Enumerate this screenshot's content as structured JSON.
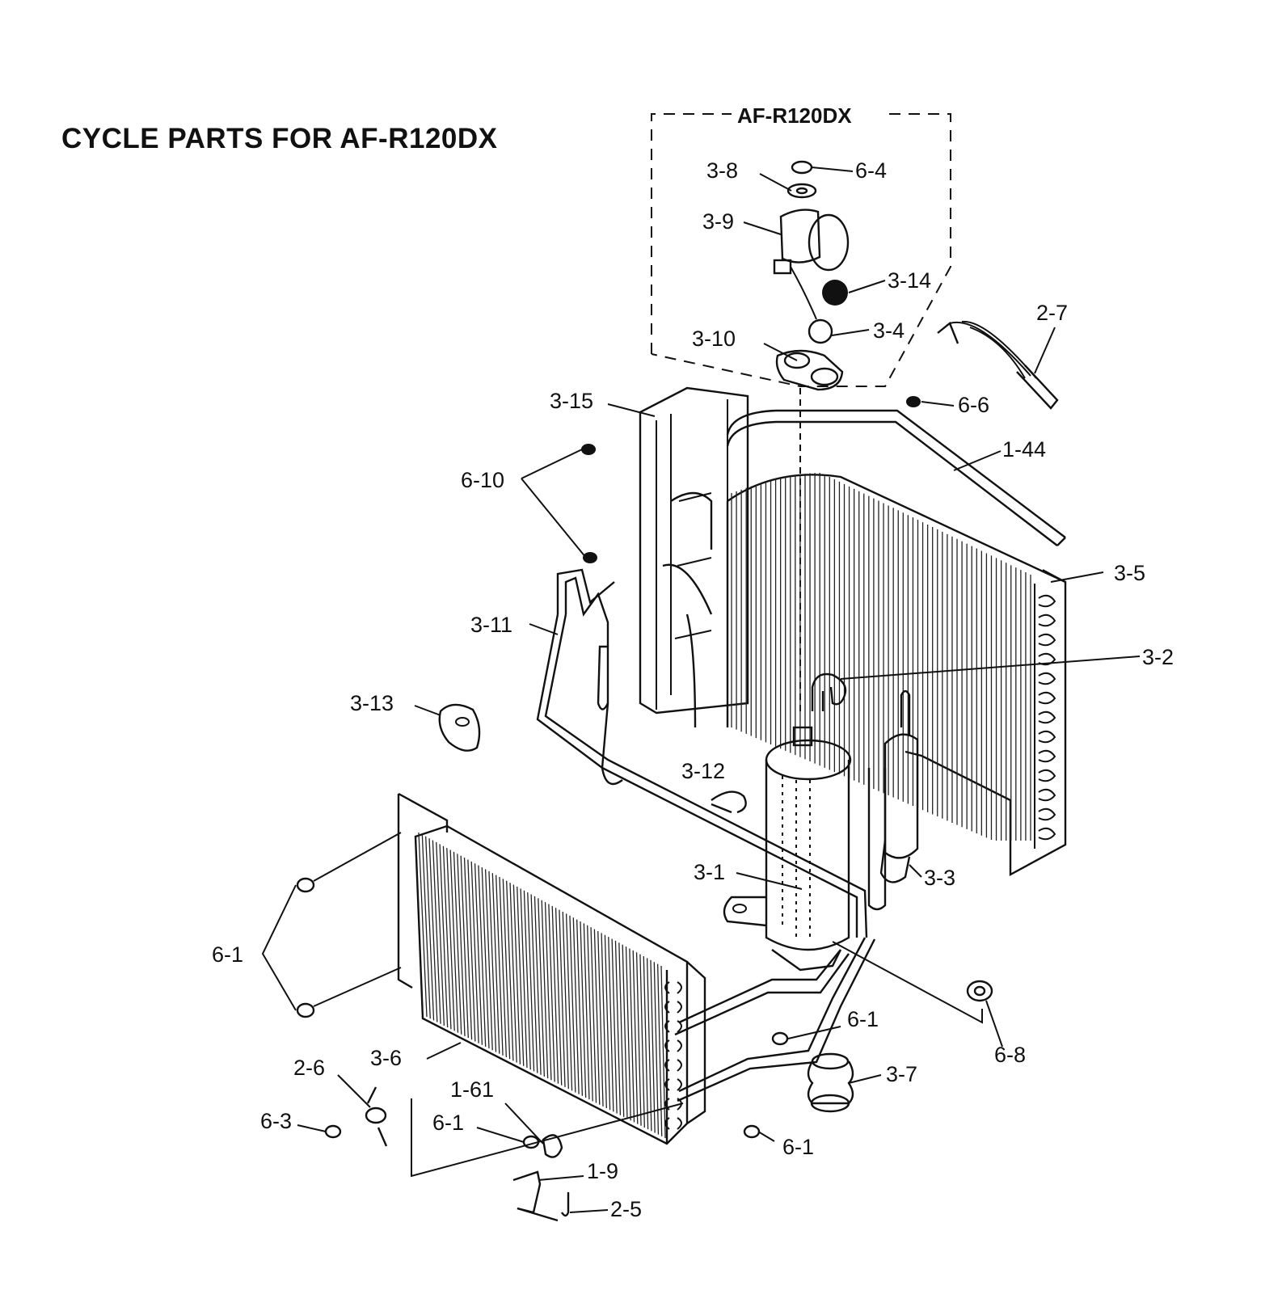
{
  "title": "CYCLE PARTS FOR AF-R120DX",
  "inset_label": "AF-R120DX",
  "labels": {
    "p3_8": "3-8",
    "p6_4": "6-4",
    "p3_9": "3-9",
    "p3_14": "3-14",
    "p3_10": "3-10",
    "p3_4": "3-4",
    "p2_7": "2-7",
    "p3_15": "3-15",
    "p6_6": "6-6",
    "p1_44": "1-44",
    "p6_10": "6-10",
    "p3_5": "3-5",
    "p3_11": "3-11",
    "p3_2": "3-2",
    "p3_13": "3-13",
    "p3_12": "3-12",
    "p3_1": "3-1",
    "p3_3": "3-3",
    "p6_1a": "6-1",
    "p6_1b": "6-1",
    "p6_8": "6-8",
    "p3_6": "3-6",
    "p3_7": "3-7",
    "p2_6": "2-6",
    "p1_61": "1-61",
    "p6_3": "6-3",
    "p6_1c": "6-1",
    "p6_1d": "6-1",
    "p1_9": "1-9",
    "p2_5": "2-5"
  }
}
